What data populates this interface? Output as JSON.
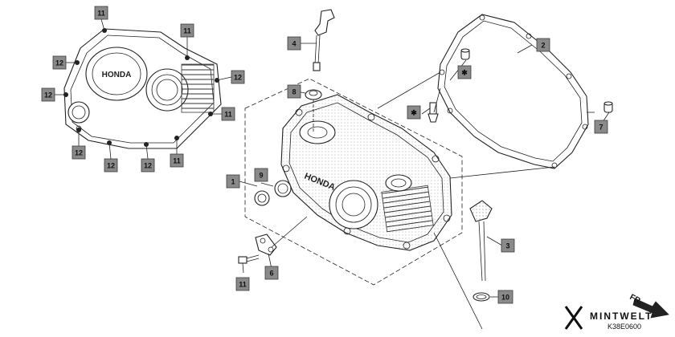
{
  "diagram": {
    "callouts": [
      {
        "id": "c-11-a",
        "label": "11"
      },
      {
        "id": "c-11-b",
        "label": "11"
      },
      {
        "id": "c-12-a",
        "label": "12"
      },
      {
        "id": "c-12-b",
        "label": "12"
      },
      {
        "id": "c-12-c",
        "label": "12"
      },
      {
        "id": "c-11-c",
        "label": "11"
      },
      {
        "id": "c-12-d",
        "label": "12"
      },
      {
        "id": "c-12-e",
        "label": "12"
      },
      {
        "id": "c-12-f",
        "label": "12"
      },
      {
        "id": "c-11-d",
        "label": "11"
      },
      {
        "id": "c-4",
        "label": "4"
      },
      {
        "id": "c-8",
        "label": "8"
      },
      {
        "id": "c-2",
        "label": "2"
      },
      {
        "id": "c-star-a",
        "label": "✱"
      },
      {
        "id": "c-star-b",
        "label": "✱"
      },
      {
        "id": "c-7",
        "label": "7"
      },
      {
        "id": "c-1",
        "label": "1"
      },
      {
        "id": "c-9",
        "label": "9"
      },
      {
        "id": "c-3",
        "label": "3"
      },
      {
        "id": "c-6",
        "label": "6"
      },
      {
        "id": "c-11-e",
        "label": "11"
      },
      {
        "id": "c-10",
        "label": "10"
      }
    ],
    "brand_mark_small": "HONDA",
    "brand_mark_large": "HONDA",
    "fr_label": "FR.",
    "watermark": "MINTWELT",
    "figure_code": "K38E0600"
  },
  "colors": {
    "callout_fill": "#8a8a8a",
    "line": "#222222"
  }
}
